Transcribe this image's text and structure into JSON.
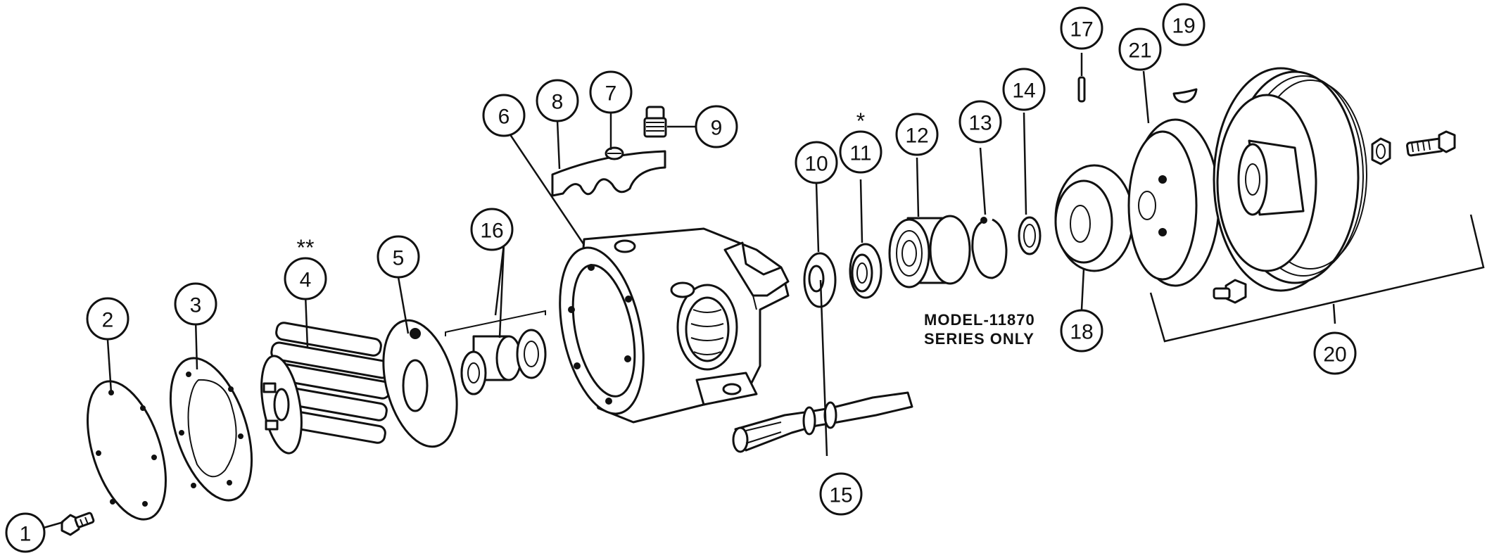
{
  "callouts": [
    {
      "id": "1",
      "label": "1"
    },
    {
      "id": "2",
      "label": "2"
    },
    {
      "id": "3",
      "label": "3"
    },
    {
      "id": "4",
      "label": "4"
    },
    {
      "id": "5",
      "label": "5"
    },
    {
      "id": "6",
      "label": "6"
    },
    {
      "id": "7",
      "label": "7"
    },
    {
      "id": "8",
      "label": "8"
    },
    {
      "id": "9",
      "label": "9"
    },
    {
      "id": "10",
      "label": "10"
    },
    {
      "id": "11",
      "label": "11"
    },
    {
      "id": "12",
      "label": "12"
    },
    {
      "id": "13",
      "label": "13"
    },
    {
      "id": "14",
      "label": "14"
    },
    {
      "id": "15",
      "label": "15"
    },
    {
      "id": "16",
      "label": "16"
    },
    {
      "id": "17",
      "label": "17"
    },
    {
      "id": "18",
      "label": "18"
    },
    {
      "id": "19",
      "label": "19"
    },
    {
      "id": "20",
      "label": "20"
    },
    {
      "id": "21",
      "label": "21"
    }
  ],
  "markers": {
    "part4": "**",
    "part11": "*"
  },
  "note": {
    "line1": "MODEL-11870",
    "line2": "SERIES ONLY"
  }
}
